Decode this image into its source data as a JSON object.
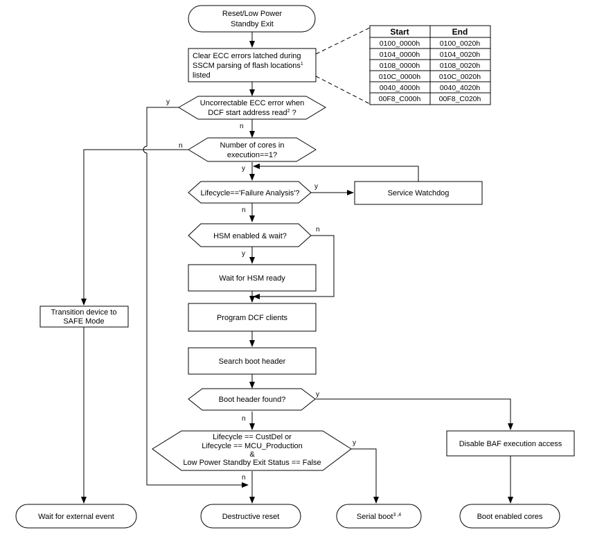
{
  "nodes": {
    "start": {
      "line1": "Reset/Low Power",
      "line2": "Standby Exit"
    },
    "clear_ecc": {
      "line1": "Clear ECC errors latched during",
      "line2": "SSCM parsing of flash locations",
      "line2_sup": "1",
      "line3": "listed"
    },
    "uncorrectable": {
      "line1": "Uncorrectable ECC error when",
      "line2": "DCF start address read",
      "line2_sup": "2",
      "line2_tail": " ?"
    },
    "num_cores": {
      "line1": "Number of cores in",
      "line2": "execution==1?"
    },
    "lifecycle_fa": {
      "text": "Lifecycle=='Failure Analysis'?"
    },
    "service_watchdog": {
      "text": "Service Watchdog"
    },
    "hsm_enabled": {
      "text": "HSM enabled & wait?"
    },
    "wait_hsm": {
      "text": "Wait for HSM ready"
    },
    "program_dcf": {
      "text": "Program DCF clients"
    },
    "search_boot": {
      "text": "Search boot header"
    },
    "boot_found": {
      "text": "Boot header found?"
    },
    "lifecycle_cust": {
      "line1": "Lifecycle == CustDel or",
      "line2": "Lifecycle == MCU_Production",
      "line3": "&",
      "line4": "Low Power Standby Exit Status == False"
    },
    "disable_baf": {
      "text": "Disable BAF execution access"
    },
    "transition_safe": {
      "line1": "Transition device to",
      "line2": "SAFE Mode"
    },
    "wait_external": {
      "text": "Wait for external event"
    },
    "destructive_reset": {
      "text": "Destructive reset"
    },
    "serial_boot": {
      "text": "Serial boot",
      "sup": "3 ,4"
    },
    "boot_enabled": {
      "text": "Boot enabled cores"
    }
  },
  "labels": {
    "yes": "y",
    "no": "n"
  },
  "table": {
    "headers": [
      "Start",
      "End"
    ],
    "rows": [
      [
        "0100_0000h",
        "0100_0020h"
      ],
      [
        "0104_0000h",
        "0104_0020h"
      ],
      [
        "0108_0000h",
        "0108_0020h"
      ],
      [
        "010C_0000h",
        "010C_0020h"
      ],
      [
        "0040_4000h",
        "0040_4020h"
      ],
      [
        "00F8_C000h",
        "00F8_C020h"
      ]
    ]
  }
}
